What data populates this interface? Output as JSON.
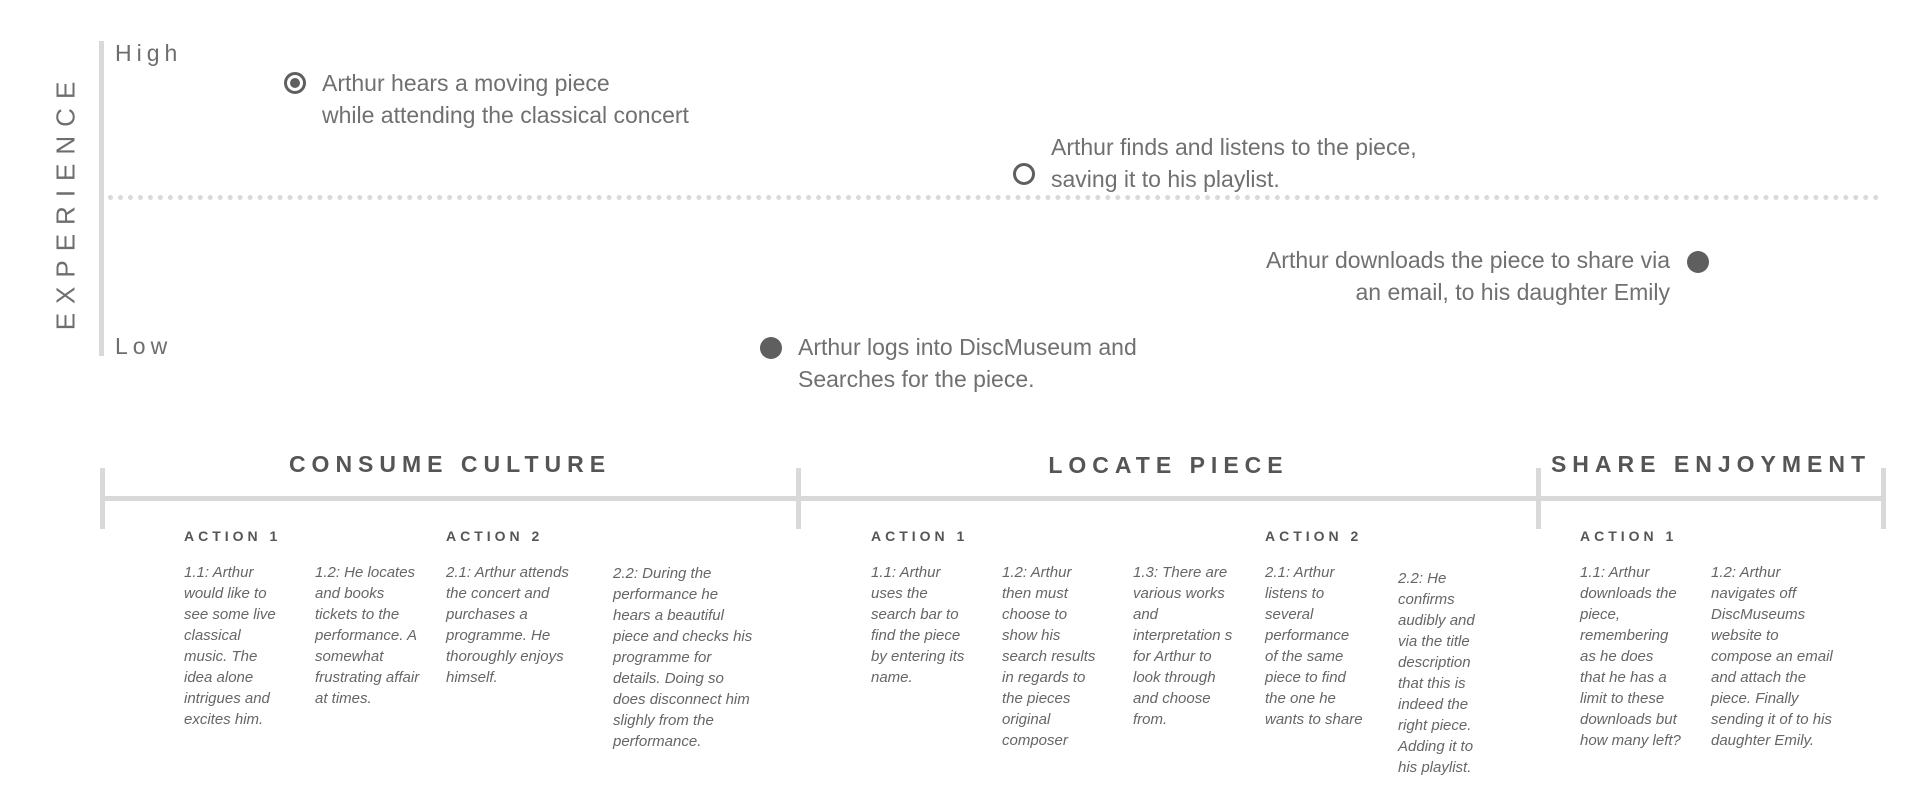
{
  "axis": {
    "title": "EXPERIENCE",
    "high": "High",
    "low": "Low"
  },
  "events": [
    {
      "line1": "Arthur hears a moving piece",
      "line2": "while attending the classical concert",
      "marker": "target-dot-icon"
    },
    {
      "line1": "Arthur finds and listens to the piece,",
      "line2": "saving it to his playlist.",
      "marker": "ring-dot-icon"
    },
    {
      "line1": "Arthur downloads the piece to share via",
      "line2": "an email, to his daughter Emily",
      "marker": "filled-dot-icon"
    },
    {
      "line1": "Arthur logs into DiscMuseum and",
      "line2": "Searches for the piece.",
      "marker": "filled-dot-icon"
    }
  ],
  "phases": [
    {
      "title": "CONSUME CULTURE",
      "actions": [
        {
          "label": "ACTION 1",
          "notes": [
            "1.1: Arthur would like to see some live classical music. The idea alone intrigues and excites him.",
            "1.2: He locates and books tickets to the performance. A somewhat frustrating affair at times."
          ]
        },
        {
          "label": "ACTION 2",
          "notes": [
            "2.1: Arthur attends the concert and purchases a programme. He thoroughly enjoys himself.",
            "2.2: During the performance he hears a beautiful piece and checks his programme for details. Doing so does disconnect him slighly from the performance."
          ]
        }
      ]
    },
    {
      "title": "LOCATE PIECE",
      "actions": [
        {
          "label": "ACTION 1",
          "notes": [
            "1.1: Arthur uses the search bar to find the piece by entering its name.",
            "1.2: Arthur then must choose to show his search results in regards to the pieces original composer",
            "1.3: There are various works and interpretation s for Arthur to look through and choose from."
          ]
        },
        {
          "label": "ACTION 2",
          "notes": [
            "2.1: Arthur listens to several performance of the same piece to find the one he wants to share",
            "2.2: He confirms audibly and via the title description that this is indeed the right piece. Adding it to his playlist."
          ]
        }
      ]
    },
    {
      "title": "SHARE ENJOYMENT",
      "actions": [
        {
          "label": "ACTION 1",
          "notes": [
            "1.1: Arthur downloads the piece, remembering as he does that he has a limit to these downloads but how many left?",
            "1.2: Arthur navigates off DiscMuseums website to compose an email and attach the piece. Finally sending it of to his daughter Emily."
          ]
        }
      ]
    }
  ],
  "colors": {
    "line": "#d9d9d9",
    "marker": "#5f5f5f",
    "text": "#6b6b6b"
  }
}
